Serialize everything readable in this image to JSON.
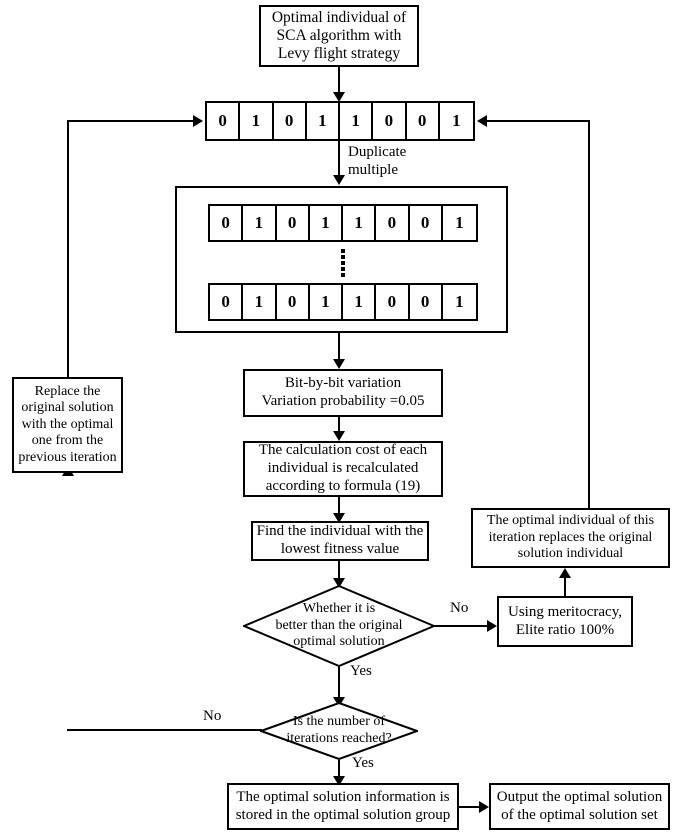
{
  "diagram": {
    "title": "SCA algorithm with Levy flight strategy genetic flowchart",
    "colors": {
      "stroke": "#000000",
      "fill": "#ffffff",
      "text": "#000000"
    }
  },
  "nodes": {
    "start": {
      "label": "Optimal individual of\nSCA algorithm with\nLevy flight strategy"
    },
    "bit_strip_top": {
      "bits": [
        "0",
        "1",
        "0",
        "1",
        "1",
        "0",
        "0",
        "1"
      ]
    },
    "duplicate_group": {
      "row1": {
        "bits": [
          "0",
          "1",
          "0",
          "1",
          "1",
          "0",
          "0",
          "1"
        ]
      },
      "ellipsis": "vertical-dots",
      "row2": {
        "bits": [
          "0",
          "1",
          "0",
          "1",
          "1",
          "0",
          "0",
          "1"
        ]
      }
    },
    "mutation": {
      "label": "Bit-by-bit variation\nVariation probability =0.05"
    },
    "recalculate": {
      "label": "The calculation cost of each\nindividual is recalculated\naccording to formula (19)"
    },
    "find_best": {
      "label": "Find the individual with the\nlowest fitness value"
    },
    "decision_better": {
      "label": "Whether it is\nbetter than the original\noptimal solution"
    },
    "decision_iterations": {
      "label": "Is the number of\niterations reached?"
    },
    "meritocracy": {
      "label": "Using meritocracy,\nElite ratio 100%"
    },
    "replace_original": {
      "label": "The optimal individual of this\niteration replaces the original\nsolution individual"
    },
    "replace_previous": {
      "label": "Replace the\noriginal solution\nwith the optimal\none from the\nprevious iteration"
    },
    "store_solution": {
      "label": "The optimal solution information is\nstored in the optimal solution group"
    },
    "output_solution": {
      "label": "Output the optimal solution\nof the optimal solution set"
    }
  },
  "edge_labels": {
    "duplicate_multiple": "Duplicate\nmultiple",
    "better_no": "No",
    "better_yes": "Yes",
    "iterations_no": "No",
    "iterations_yes": "Yes"
  }
}
